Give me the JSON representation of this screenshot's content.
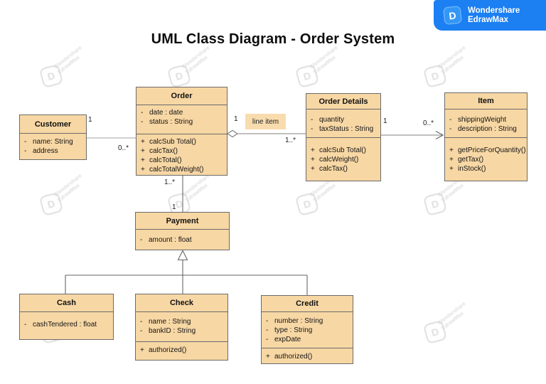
{
  "title": "UML Class Diagram - Order System",
  "badge": {
    "line1": "Wondershare",
    "line2": "EdrawMax",
    "icon_letter": "D",
    "color": "#1c7ff2"
  },
  "watermark": {
    "line1": "Wondershare",
    "line2": "EdrawMax",
    "logo_letter": "D"
  },
  "diagram": {
    "colors": {
      "class_fill": "#f7d7a4",
      "class_border": "#6b6b6b",
      "label_fill": "#f9dcae",
      "line_gray": "#8f8f8f"
    },
    "classes": {
      "customer": {
        "name": "Customer",
        "attributes": [
          {
            "s": "-",
            "t": "name: String"
          },
          {
            "s": "-",
            "t": "address"
          }
        ],
        "methods": []
      },
      "order": {
        "name": "Order",
        "attributes": [
          {
            "s": "-",
            "t": "date : date"
          },
          {
            "s": "-",
            "t": "status : String"
          }
        ],
        "methods": [
          {
            "s": "+",
            "t": "calcSub Total()"
          },
          {
            "s": "+",
            "t": "calcTax()"
          },
          {
            "s": "+",
            "t": "calcTotal()"
          },
          {
            "s": "+",
            "t": "calcTotalWeight()"
          }
        ]
      },
      "order_details": {
        "name": "Order Details",
        "attributes": [
          {
            "s": "-",
            "t": "quantity"
          },
          {
            "s": "-",
            "t": "taxStatus : String"
          }
        ],
        "methods": [
          {
            "s": "+",
            "t": "calcSub Total()"
          },
          {
            "s": "+",
            "t": "calcWeight()"
          },
          {
            "s": "+",
            "t": "calcTax()"
          }
        ]
      },
      "item": {
        "name": "Item",
        "attributes": [
          {
            "s": "-",
            "t": "shippingWeight"
          },
          {
            "s": "-",
            "t": "description : String"
          }
        ],
        "methods": [
          {
            "s": "+",
            "t": "getPriceForQuantity()"
          },
          {
            "s": "+",
            "t": "getTax()"
          },
          {
            "s": "+",
            "t": "inStock()"
          }
        ]
      },
      "payment": {
        "name": "Payment",
        "attributes": [
          {
            "s": "-",
            "t": "amount : float"
          }
        ],
        "methods": []
      },
      "cash": {
        "name": "Cash",
        "attributes": [
          {
            "s": "-",
            "t": "cashTendered : float"
          }
        ],
        "methods": []
      },
      "check": {
        "name": "Check",
        "attributes": [
          {
            "s": "-",
            "t": "name : String"
          },
          {
            "s": "-",
            "t": "bankID : String"
          }
        ],
        "methods": [
          {
            "s": "+",
            "t": "authorized()"
          }
        ]
      },
      "credit": {
        "name": "Credit",
        "attributes": [
          {
            "s": "-",
            "t": "number : String"
          },
          {
            "s": "-",
            "t": "type : String"
          },
          {
            "s": "-",
            "t": "expDate"
          }
        ],
        "methods": [
          {
            "s": "+",
            "t": "authorized()"
          }
        ]
      }
    },
    "labels": {
      "line_item": "line item",
      "customer_side": "1",
      "order_side": "0..*",
      "order_agg_side": "1",
      "details_agg_side": "1..*",
      "details_right": "1",
      "item_left": "0..*",
      "order_payment_top": "1..*",
      "order_payment_bottom": "1"
    }
  }
}
